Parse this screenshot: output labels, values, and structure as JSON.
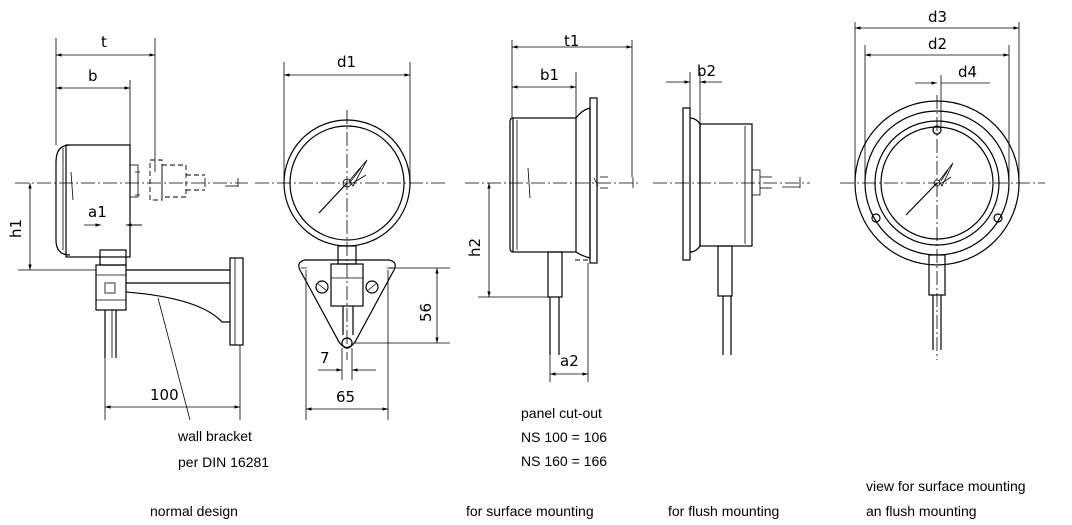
{
  "dimensions": {
    "t": "t",
    "b": "b",
    "a1": "a1",
    "h1": "h1",
    "d_100": "100",
    "d1": "d1",
    "d_7": "7",
    "d_65": "65",
    "d_56": "56",
    "t1": "t1",
    "b1": "b1",
    "h2": "h2",
    "a2": "a2",
    "b2": "b2",
    "d3": "d3",
    "d2": "d2",
    "d4": "d4"
  },
  "notes": {
    "wall_bracket": [
      "wall bracket",
      "per DIN 16281"
    ],
    "panel_cutout": [
      "panel cut-out",
      "NS 100 = 106",
      "NS 160 = 166"
    ]
  },
  "captions": {
    "normal": "normal design",
    "surface": "for surface mounting",
    "flush": "for flush mounting",
    "view": [
      "view for surface mounting",
      "an flush mounting"
    ]
  }
}
